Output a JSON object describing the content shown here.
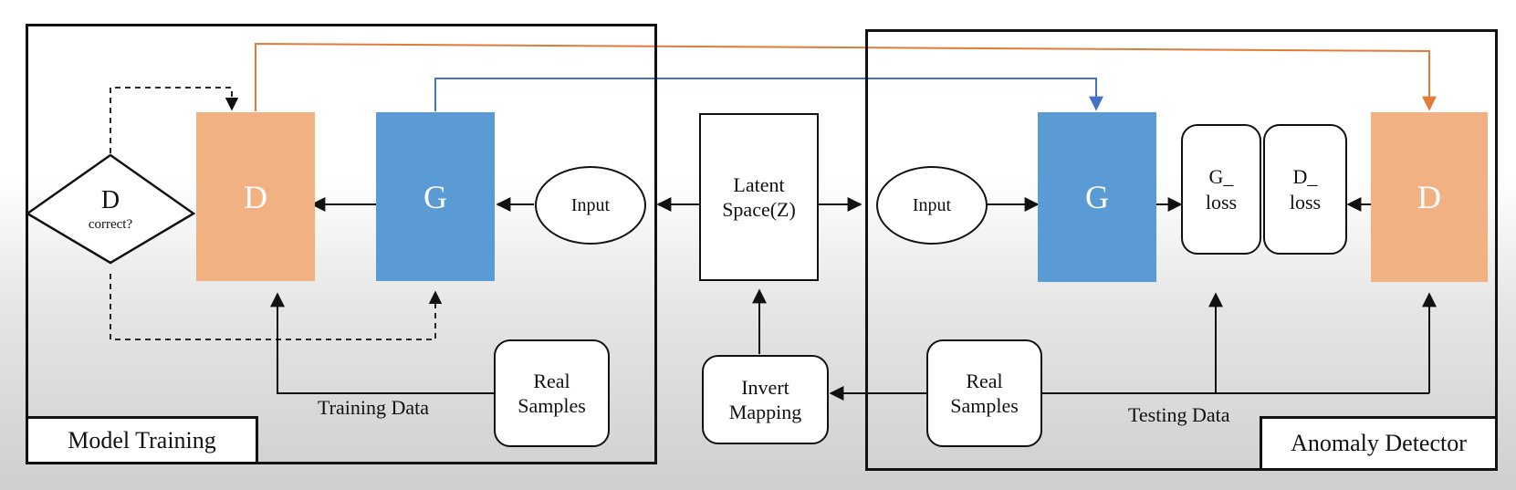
{
  "colors": {
    "discriminator": "#f2b183",
    "generator": "#5b9bd5",
    "orange_link": "#e07b39",
    "blue_link": "#4472c4",
    "stroke": "#111111"
  },
  "training": {
    "panel_label": "Model Training",
    "decision_title": "D",
    "decision_sub": "correct?",
    "d_label": "D",
    "g_label": "G",
    "input_label": "Input",
    "real_samples": [
      "Real",
      "Samples"
    ],
    "edge_label": "Training Data"
  },
  "center": {
    "latent": [
      "Latent",
      "Space(Z)"
    ],
    "invert": [
      "Invert",
      "Mapping"
    ]
  },
  "detector": {
    "panel_label": "Anomaly Detector",
    "input_label": "Input",
    "g_label": "G",
    "g_loss": [
      "G_",
      "loss"
    ],
    "d_loss": [
      "D_",
      "loss"
    ],
    "d_label": "D",
    "real_samples": [
      "Real",
      "Samples"
    ],
    "edge_label": "Testing Data"
  }
}
